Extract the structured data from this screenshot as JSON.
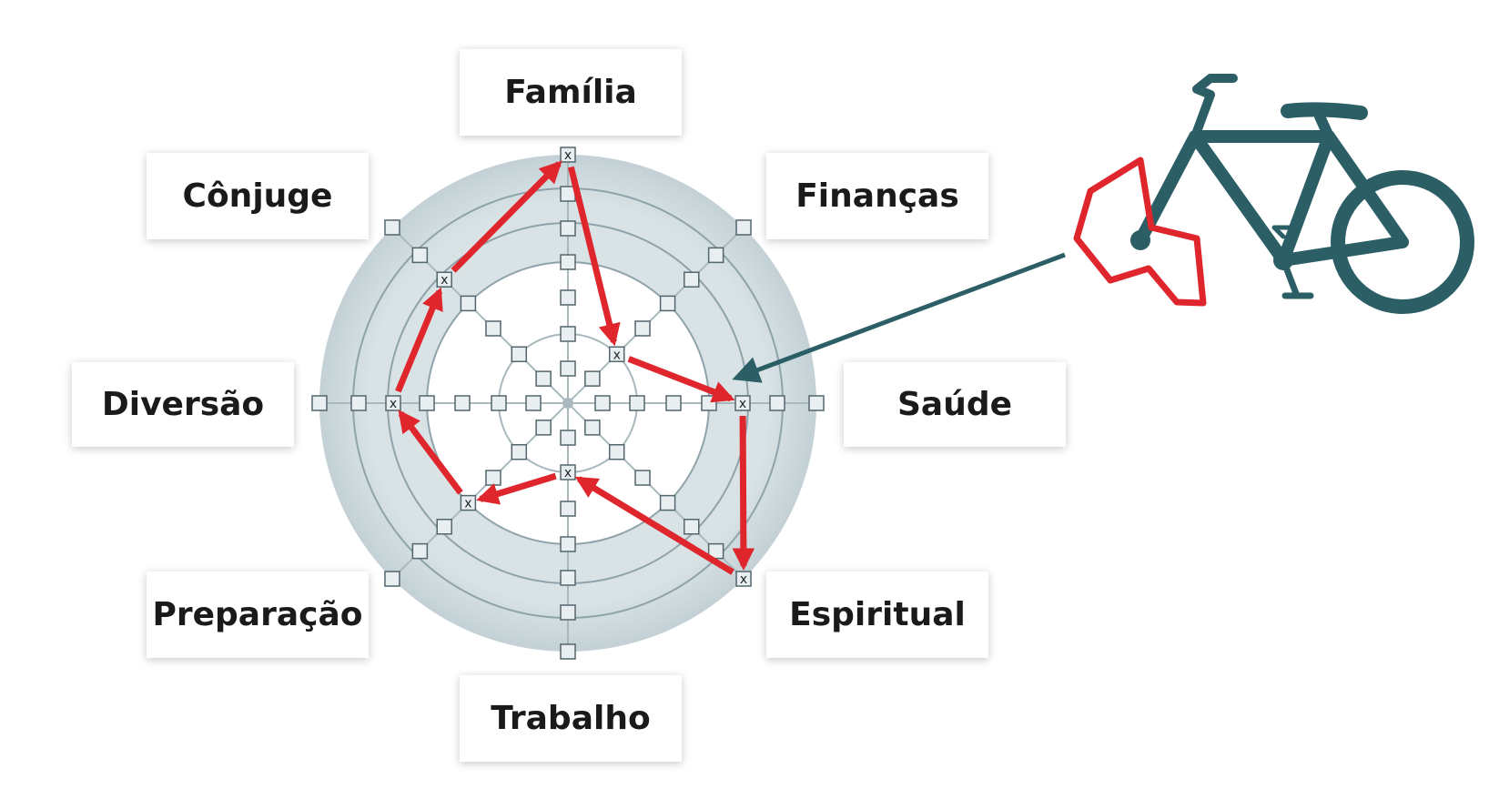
{
  "categories": [
    {
      "id": "familia",
      "label": "Família"
    },
    {
      "id": "financas",
      "label": "Finanças"
    },
    {
      "id": "saude",
      "label": "Saúde"
    },
    {
      "id": "espiritual",
      "label": "Espiritual"
    },
    {
      "id": "trabalho",
      "label": "Trabalho"
    },
    {
      "id": "preparacao",
      "label": "Preparação"
    },
    {
      "id": "diversao",
      "label": "Diversão"
    },
    {
      "id": "conjuge",
      "label": "Cônjuge"
    }
  ],
  "wheel": {
    "levels": 7,
    "marked_levels": {
      "familia": 7,
      "financas": 2,
      "saude": 5,
      "espiritual": 7,
      "trabalho": 2,
      "preparacao": 4,
      "diversao": 5,
      "conjuge": 5
    },
    "mark_symbol": "x"
  },
  "bicycle_icon": "bicycle-icon",
  "colors": {
    "ring_fill": "#c6d3d8",
    "ring_line": "#8fa3aa",
    "arrow_red": "#e0262d",
    "bike": "#2c5e66"
  }
}
